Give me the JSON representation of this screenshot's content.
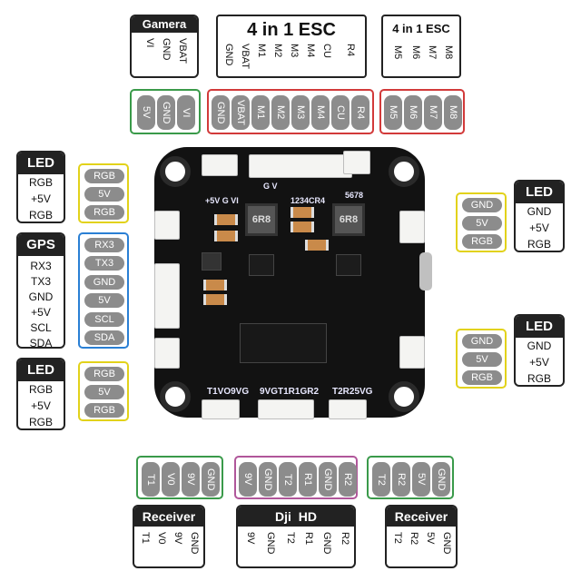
{
  "top": {
    "camera": {
      "title": "Gamera",
      "pins": [
        "VI",
        "GND",
        "VBAT"
      ]
    },
    "esc1": {
      "title": "4 in 1 ESC",
      "pins": [
        "GND",
        "VBAT",
        "M1",
        "M2",
        "M3",
        "M4",
        "CU",
        "R4"
      ]
    },
    "esc2": {
      "title": "4 in 1 ESC",
      "pins": [
        "M5",
        "M6",
        "M7",
        "M8"
      ]
    },
    "camera_pads": [
      "5V",
      "GND",
      "VI"
    ],
    "esc1_pads": [
      "GND",
      "VBAT",
      "M1",
      "M2",
      "M3",
      "M4",
      "CU",
      "R4"
    ],
    "esc2_pads": [
      "M5",
      "M6",
      "M7",
      "M8"
    ]
  },
  "left": {
    "led1": {
      "title": "LED",
      "lines": [
        "RGB",
        "+5V",
        "RGB"
      ],
      "pads": [
        "RGB",
        "5V",
        "RGB"
      ]
    },
    "gps": {
      "title": "GPS",
      "lines": [
        "RX3",
        "TX3",
        "GND",
        "+5V",
        "SCL",
        "SDA"
      ],
      "pads": [
        "RX3",
        "TX3",
        "GND",
        "5V",
        "SCL",
        "SDA"
      ]
    },
    "led2": {
      "title": "LED",
      "lines": [
        "RGB",
        "+5V",
        "RGB"
      ],
      "pads": [
        "RGB",
        "5V",
        "RGB"
      ]
    }
  },
  "right": {
    "led1": {
      "title": "LED",
      "lines": [
        "GND",
        "+5V",
        "RGB"
      ],
      "pads": [
        "GND",
        "5V",
        "RGB"
      ]
    },
    "led2": {
      "title": "LED",
      "lines": [
        "GND",
        "+5V",
        "RGB"
      ],
      "pads": [
        "GND",
        "5V",
        "RGB"
      ]
    }
  },
  "bottom": {
    "receiver1": {
      "title": "Receiver",
      "pins": [
        "T1",
        "V0",
        "9V",
        "GND"
      ],
      "pads": [
        "T1",
        "V0",
        "9V",
        "GND"
      ]
    },
    "dji": {
      "title": "Dji  HD",
      "pins": [
        "9V",
        "GND",
        "T2",
        "R1",
        "GND",
        "R2"
      ],
      "pads": [
        "9V",
        "GND",
        "T2",
        "R1",
        "GND",
        "R2"
      ]
    },
    "receiver2": {
      "title": "Receiver",
      "pins": [
        "T2",
        "R2",
        "5V",
        "GND"
      ],
      "pads": [
        "T2",
        "R2",
        "5V",
        "GND"
      ]
    }
  },
  "board": {
    "silk_top_left": "+5V G VI",
    "silk_top_mid": "G V",
    "silk_top_right": "1234CR4",
    "silk_top_far": "5678",
    "silk_bottom_left": "T1VO9VG",
    "silk_bottom_mid": "9VGT1R1GR2",
    "silk_bottom_right": "T2R25VG",
    "inductor_label": "6R8",
    "colors": {
      "pcb": "#121212",
      "camera_group": "#3a9a4a",
      "esc_group": "#d23a3a",
      "led_group": "#e2d21a",
      "gps_group": "#2a7fd4",
      "dji_group": "#b0569a"
    }
  }
}
